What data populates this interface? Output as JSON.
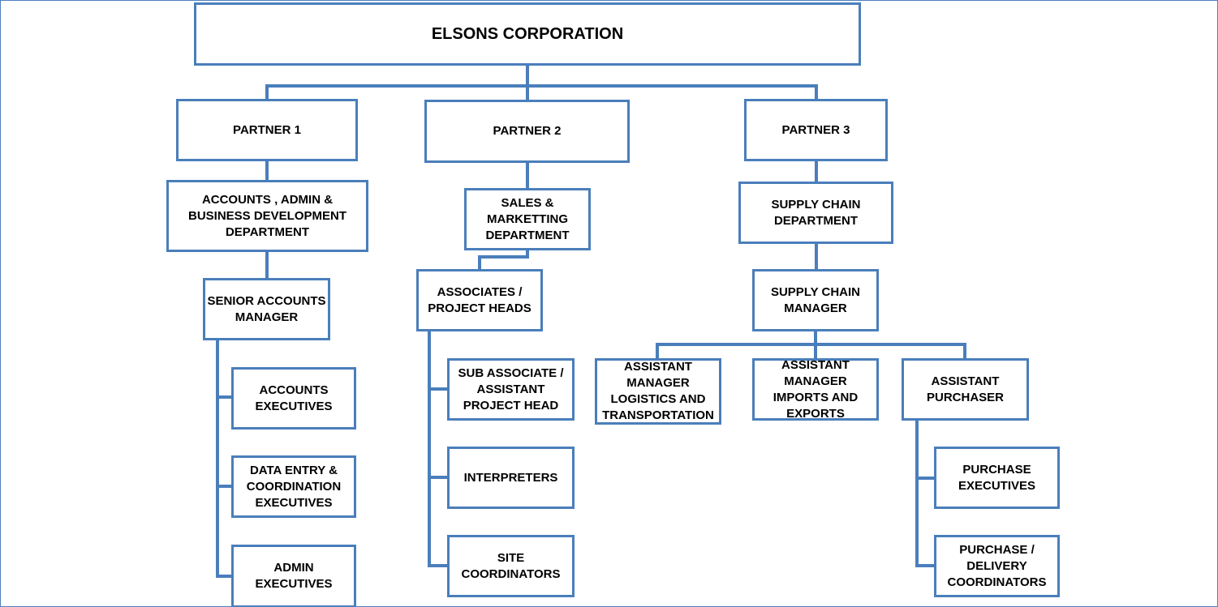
{
  "org_chart": {
    "root": "ELSONS CORPORATION",
    "partner_1": {
      "label": "PARTNER 1",
      "department": "ACCOUNTS , ADMIN  &\nBUSINESS DEVELOPMENT\nDEPARTMENT",
      "manager": "SENIOR ACCOUNTS\nMANAGER",
      "reports": [
        "ACCOUNTS\nEXECUTIVES",
        "DATA ENTRY &\nCOORDINATION\nEXECUTIVES",
        "ADMIN\nEXECUTIVES"
      ]
    },
    "partner_2": {
      "label": "PARTNER 2",
      "department": "SALES &\nMARKETTING\nDEPARTMENT",
      "manager": "ASSOCIATES /\nPROJECT HEADS",
      "reports": [
        "SUB ASSOCIATE /\nASSISTANT\nPROJECT HEAD",
        "INTERPRETERS",
        "SITE\nCOORDINATORS"
      ]
    },
    "partner_3": {
      "label": "PARTNER 3",
      "department": "SUPPLY CHAIN\nDEPARTMENT",
      "manager": "SUPPLY CHAIN\nMANAGER",
      "assistants": [
        "ASSISTANT\nMANAGER\nLOGISTICS AND\nTRANSPORTATION",
        "ASSISTANT\nMANAGER\nIMPORTS AND\nEXPORTS",
        "ASSISTANT\nPURCHASER"
      ],
      "purchaser_reports": [
        "PURCHASE\nEXECUTIVES",
        "PURCHASE /\nDELIVERY\nCOORDINATORS"
      ]
    }
  },
  "colors": {
    "border": "#4a7ebb",
    "fill": "#ffffff",
    "text": "#000000"
  }
}
